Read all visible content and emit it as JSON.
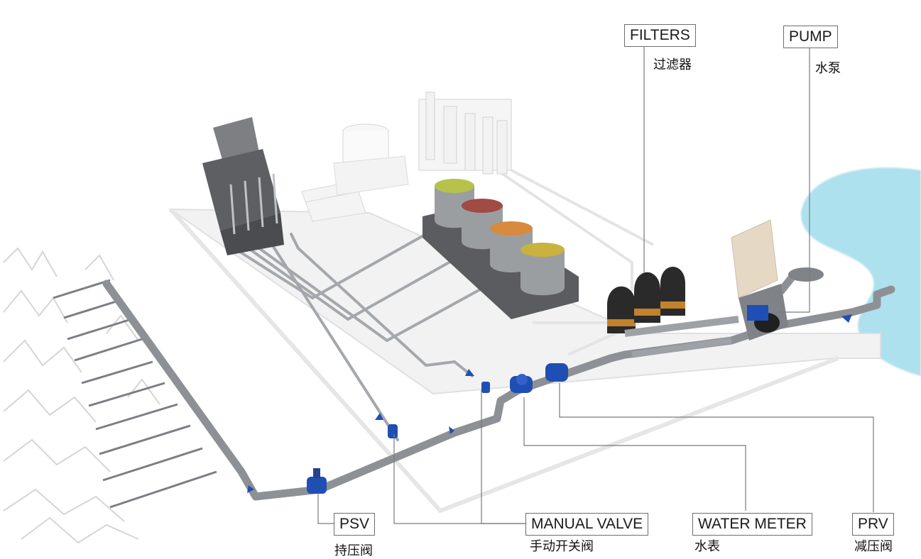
{
  "labels": {
    "filters": {
      "en": "FILTERS",
      "cn": "过滤器"
    },
    "pump": {
      "en": "PUMP",
      "cn": "水泵"
    },
    "psv": {
      "en": "PSV",
      "cn": "持压阀"
    },
    "manual_valve": {
      "en": "MANUAL VALVE",
      "cn": "手动开关阀"
    },
    "water_meter": {
      "en": "WATER METER",
      "cn": "水表"
    },
    "prv": {
      "en": "PRV",
      "cn": "减压阀"
    }
  },
  "colors": {
    "pipe": "#8d9196",
    "valve": "#1f4fb3",
    "water": "#aee1ee",
    "platform": "#ececec",
    "leader": "#7a7a7a"
  }
}
